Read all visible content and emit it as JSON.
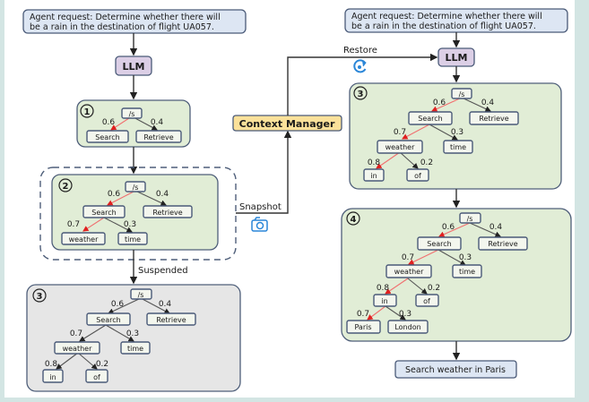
{
  "left": {
    "request": [
      "Agent request: Determine whether there will",
      "be a rain in the destination of flight UA057."
    ],
    "llm": "LLM",
    "suspended_label": "Suspended",
    "snapshot_label": "Snapshot",
    "panel1": {
      "number": "1",
      "root": "/s",
      "edges": [
        {
          "p": "0.6",
          "to": "Search",
          "chosen": true
        },
        {
          "p": "0.4",
          "to": "Retrieve",
          "chosen": false
        }
      ]
    },
    "panel2": {
      "number": "2",
      "root": "/s",
      "level1": [
        {
          "label": "Search",
          "p": "0.6",
          "chosen": true
        },
        {
          "label": "Retrieve",
          "p": "0.4",
          "chosen": false
        }
      ],
      "level2": [
        {
          "label": "weather",
          "p": "0.7",
          "chosen": true
        },
        {
          "label": "time",
          "p": "0.3",
          "chosen": false
        }
      ]
    },
    "panel3": {
      "number": "3",
      "root": "/s",
      "level1": [
        {
          "label": "Search",
          "p": "0.6"
        },
        {
          "label": "Retrieve",
          "p": "0.4"
        }
      ],
      "level2": [
        {
          "label": "weather",
          "p": "0.7"
        },
        {
          "label": "time",
          "p": "0.3"
        }
      ],
      "level3": [
        {
          "label": "in",
          "p": "0.8"
        },
        {
          "label": "of",
          "p": "0.2"
        }
      ]
    }
  },
  "context_manager": "Context Manager",
  "right": {
    "request": [
      "Agent request: Determine whether there will",
      "be a rain in the destination of flight UA057."
    ],
    "llm": "LLM",
    "restore_label": "Restore",
    "panel3": {
      "number": "3",
      "root": "/s",
      "level1": [
        {
          "label": "Search",
          "p": "0.6",
          "chosen": true
        },
        {
          "label": "Retrieve",
          "p": "0.4",
          "chosen": false
        }
      ],
      "level2": [
        {
          "label": "weather",
          "p": "0.7",
          "chosen": true
        },
        {
          "label": "time",
          "p": "0.3",
          "chosen": false
        }
      ],
      "level3": [
        {
          "label": "in",
          "p": "0.8",
          "chosen": true
        },
        {
          "label": "of",
          "p": "0.2",
          "chosen": false
        }
      ]
    },
    "panel4": {
      "number": "4",
      "root": "/s",
      "level1": [
        {
          "label": "Search",
          "p": "0.6",
          "chosen": true
        },
        {
          "label": "Retrieve",
          "p": "0.4",
          "chosen": false
        }
      ],
      "level2": [
        {
          "label": "weather",
          "p": "0.7",
          "chosen": true
        },
        {
          "label": "time",
          "p": "0.3",
          "chosen": false
        }
      ],
      "level3": [
        {
          "label": "in",
          "p": "0.8",
          "chosen": true
        },
        {
          "label": "of",
          "p": "0.2",
          "chosen": false
        }
      ],
      "level4": [
        {
          "label": "Paris",
          "p": "0.7",
          "chosen": true
        },
        {
          "label": "London",
          "p": "0.3",
          "chosen": false
        }
      ]
    },
    "output": "Search weather in Paris"
  },
  "colors": {
    "chosen_edge": "#f07070",
    "other_edge": "#555555",
    "panel_active": "#e1edd6",
    "panel_suspended": "#e6e6e6",
    "llm": "#dccfe6",
    "context_manager": "#fbe19a",
    "request": "#dde6f3",
    "icon_blue": "#2a86d8"
  }
}
